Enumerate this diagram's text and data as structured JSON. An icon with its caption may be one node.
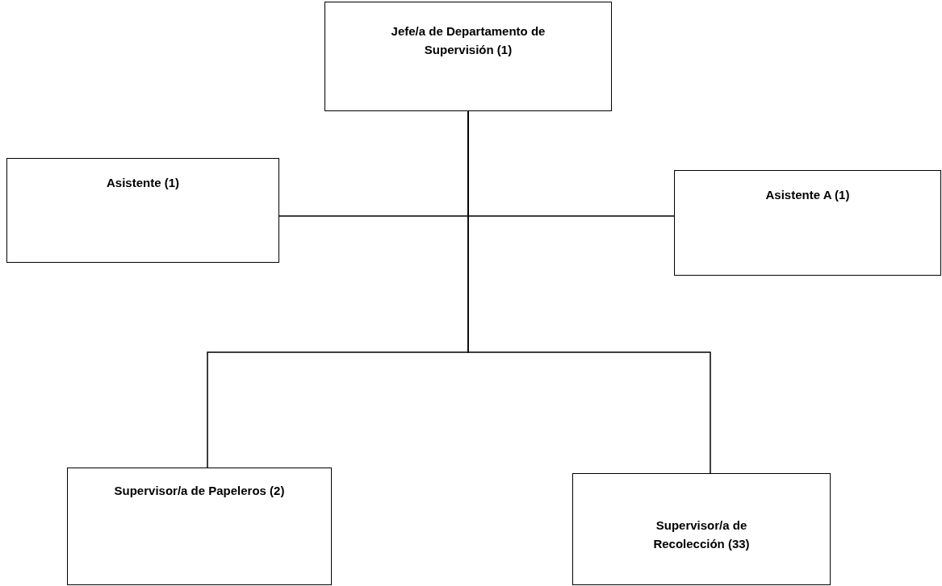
{
  "diagram": {
    "nodes": [
      {
        "text": [
          "Jefe/a de Departamento de Supervisión (1)"
        ]
      },
      {
        "text": [
          "Asistente (1)"
        ]
      },
      {
        "text": [
          "Asistente A (1)"
        ]
      },
      {
        "text": [
          "Supervisor/a de Papeleros (2)"
        ]
      },
      {
        "text": [
          "Supervisor/a de Recolección (33)"
        ]
      }
    ],
    "edges": [
      {
        "from": 0,
        "to": 1,
        "arrow": "none"
      },
      {
        "from": 0,
        "to": 2,
        "arrow": "none"
      },
      {
        "from": 0,
        "to": 3,
        "arrow": "none"
      },
      {
        "from": 0,
        "to": 4,
        "arrow": "none"
      }
    ]
  }
}
